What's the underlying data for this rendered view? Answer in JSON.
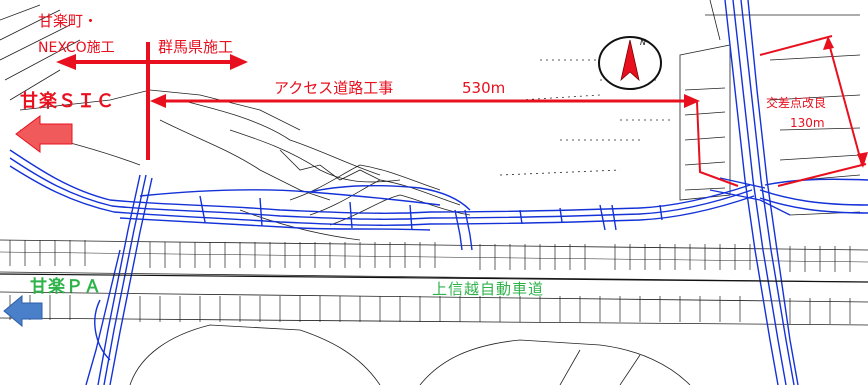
{
  "labels": {
    "authority_line1": "甘楽町・",
    "authority_line2": "NEXCO施工",
    "authority_prefecture": "群馬県施工",
    "access_road": "アクセス道路工事",
    "access_road_length": "530m",
    "smart_ic": "甘楽ＳＩＣ",
    "intersection_line1": "交差点改良",
    "intersection_line2": "130m",
    "parking_area": "甘楽ＰＡ",
    "expressway": "上信越自動車道",
    "north_mark": "N"
  },
  "colors": {
    "annotation": "#e8101f",
    "plan_lines": "#1432d8",
    "expressway_text": "#2fb24a",
    "direction_arrow_left": "#f05a5a",
    "direction_arrow_blue": "#4a7fc9"
  },
  "icons": {
    "compass": "north-arrow-icon",
    "sic_direction": "left-arrow-icon",
    "pa_direction": "left-arrow-icon"
  }
}
